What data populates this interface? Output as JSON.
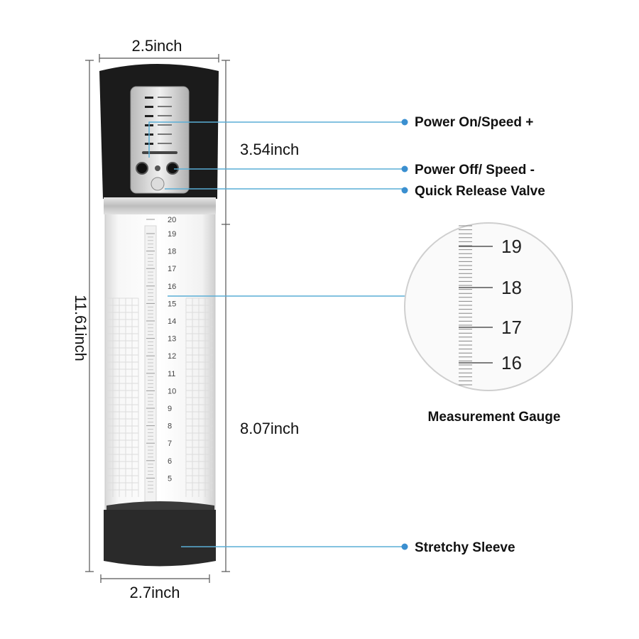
{
  "dimensions": {
    "top_width": "2.5inch",
    "bottom_width": "2.7inch",
    "total_height": "11.61inch",
    "head_height": "3.54inch",
    "tube_height": "8.07inch"
  },
  "callouts": [
    {
      "label": "Power On/Speed +"
    },
    {
      "label": "Power Off/ Speed -"
    },
    {
      "label": "Quick Release Valve"
    },
    {
      "label": "Stretchy Sleeve"
    }
  ],
  "gauge": {
    "caption": "Measurement Gauge",
    "numbers": [
      "19",
      "18",
      "17",
      "16"
    ]
  },
  "tube_scale": [
    "20",
    "19",
    "18",
    "17",
    "16",
    "15",
    "14",
    "13",
    "12",
    "11",
    "10",
    "9",
    "8",
    "7",
    "6",
    "5"
  ],
  "colors": {
    "callout_line": "#5aaed6",
    "callout_dot": "#3a8fd0",
    "head": "#1b1b1b",
    "sleeve": "#2a2a2a"
  }
}
